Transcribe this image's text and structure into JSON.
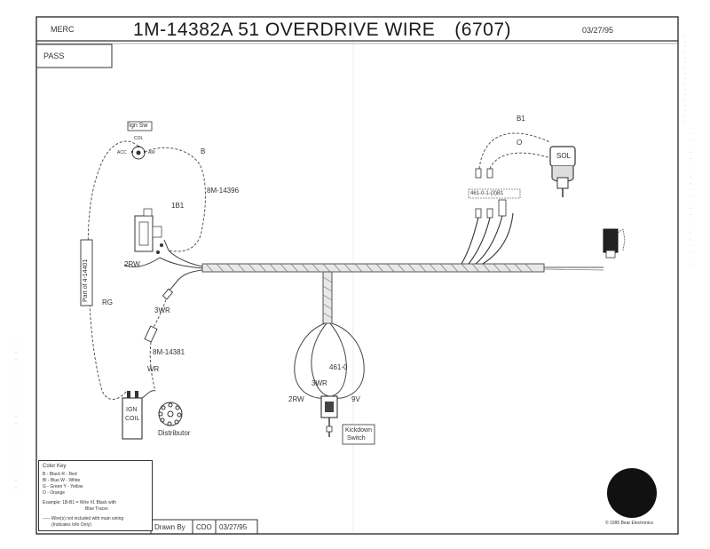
{
  "header": {
    "left_label": "MERC",
    "title": "1M-14382A 51 OVERDRIVE WIRE",
    "part_code": "(6707)",
    "date": "03/27/95",
    "sub_label": "PASS"
  },
  "components": {
    "ign_sw": "Ign Sw",
    "col": "COL",
    "acc": "ACC",
    "am": "AM",
    "part_of": "Part of 4-14401",
    "ign_coil_1": "IGN",
    "ign_coil_2": "COIL",
    "distributor": "Distributor",
    "sol": "SOL",
    "kickdown_1": "Kickdown",
    "kickdown_2": "Switch"
  },
  "wires": {
    "b_top": "B",
    "b1_1": "1B1",
    "part_8m": "8M-14396",
    "w2rw_left": "2RW",
    "rg": "RG",
    "w3wr_left": "3WR",
    "part_8m2": "8M-14381",
    "wr": "WR",
    "b1_sol": "B1",
    "o_sol": "O",
    "w461": "461-0-1-(3)B1",
    "w461_lower": "461-0",
    "w3wr_ks": "3WR",
    "w2rw_ks": "2RW",
    "w9v": "9V"
  },
  "color_key": {
    "title": "Color Key",
    "rows": [
      "B - Black       R - Red",
      "Bl - Blue        W - White",
      "G - Green       Y - Yellow",
      "O - Orange"
    ],
    "example": "Example: 1B-B1 = Wire #1 Black with",
    "example2": "Blue Tracer.",
    "note": "----- Wire(s) not included with main wiring",
    "note2": "(Indicates Info Only)"
  },
  "footer": {
    "drawn_by_label": "Drawn By",
    "drawn_by": "CDO",
    "date": "03/27/95",
    "copyright": "© 1995 Bear Electronics"
  }
}
